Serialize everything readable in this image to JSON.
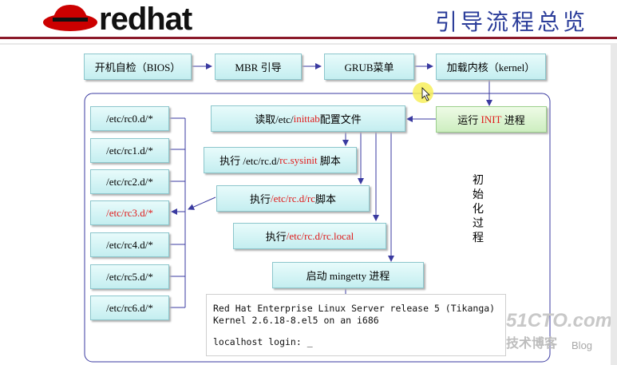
{
  "header": {
    "logo_text": "redhat",
    "title": "引导流程总览"
  },
  "flow": {
    "bios": "开机自检（BIOS）",
    "mbr": "MBR 引导",
    "grub": "GRUB菜单",
    "kernel": "加载内核（kernel）",
    "init_prefix": "运行 ",
    "init_highlight": "INIT",
    "init_suffix": " 进程",
    "inittab_prefix": "读取/etc/",
    "inittab_highlight": "inittab",
    "inittab_suffix": "配置文件",
    "sysinit_prefix": "执行 /etc/rc.d/",
    "sysinit_highlight": "rc.sysinit",
    "sysinit_suffix": " 脚本",
    "rc_prefix": "执行",
    "rc_highlight": "/etc/rc.d/rc",
    "rc_suffix": "脚本",
    "local_prefix": "执行",
    "local_highlight": "/etc/rc.d/rc.local",
    "mingetty": "启动 mingetty 进程"
  },
  "runlevels": [
    "/etc/rc0.d/*",
    "/etc/rc1.d/*",
    "/etc/rc2.d/*",
    "/etc/rc3.d/*",
    "/etc/rc4.d/*",
    "/etc/rc5.d/*",
    "/etc/rc6.d/*"
  ],
  "highlighted_runlevel": "/etc/rc3.d/*",
  "side_label": [
    "初",
    "始",
    "化",
    "过",
    "程"
  ],
  "terminal": {
    "line1": "Red Hat Enterprise Linux Server release 5 (Tikanga)",
    "line2": "Kernel 2.6.18-8.el5 on an i686",
    "line3": "localhost login: _"
  },
  "watermark": {
    "site": "51CTO.com",
    "sub": "技术博客",
    "blog": "Blog"
  },
  "colors": {
    "title": "#2b3d9a",
    "highlight": "#e01b1b",
    "box_fill": "#c4eef0",
    "init_fill": "#cdeec0",
    "frame": "#3a3aa0"
  }
}
